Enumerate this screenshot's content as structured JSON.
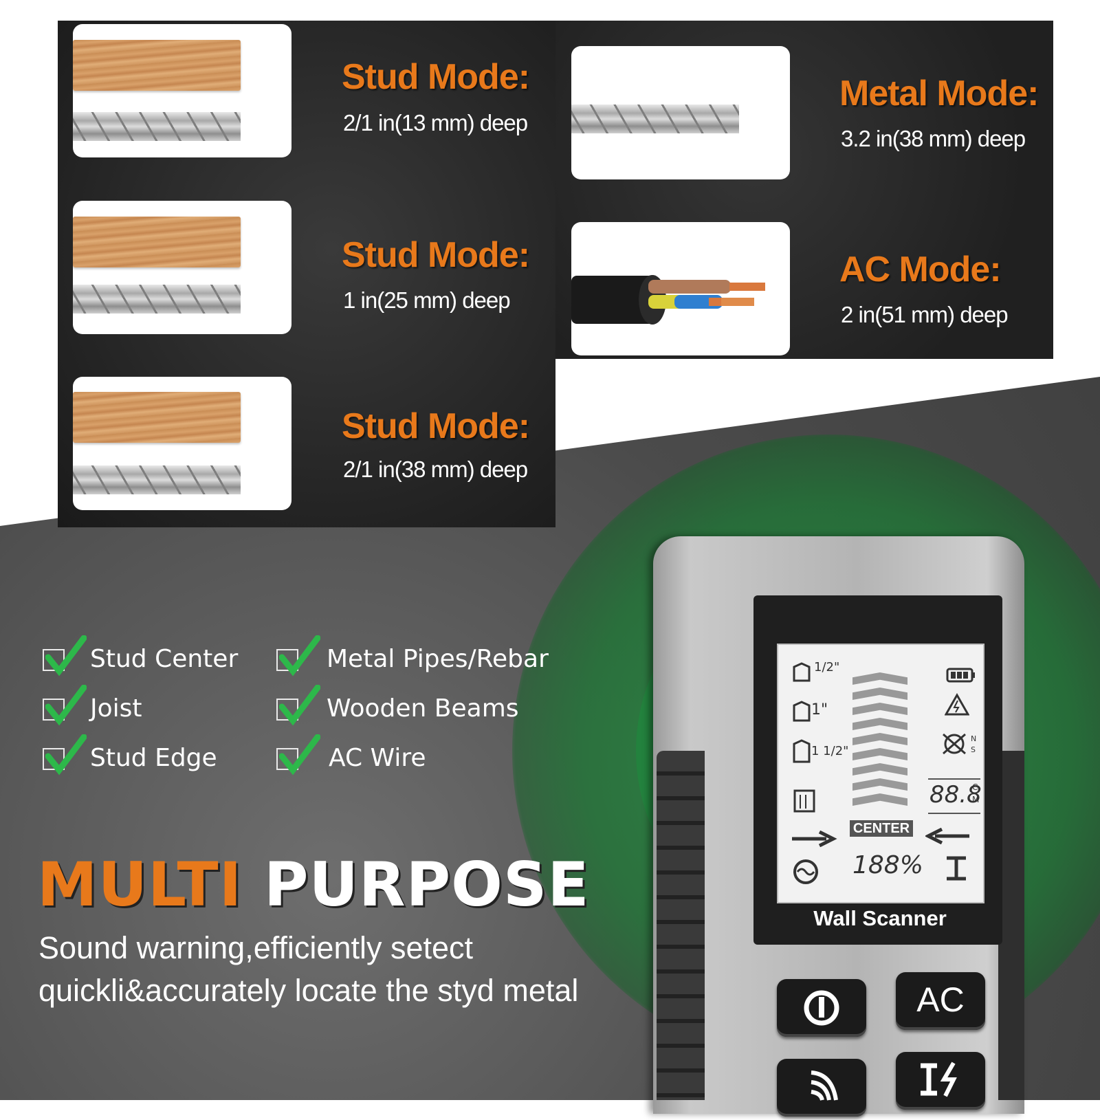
{
  "modes": [
    {
      "title": "Stud Mode:",
      "depth": "2/1 in(13 mm) deep"
    },
    {
      "title": "Stud Mode:",
      "depth": "1 in(25 mm) deep"
    },
    {
      "title": "Stud Mode:",
      "depth": "2/1 in(38 mm) deep"
    },
    {
      "title": "Metal Mode:",
      "depth": "3.2 in(38 mm) deep"
    },
    {
      "title": "AC Mode:",
      "depth": "2 in(51 mm) deep"
    }
  ],
  "features": {
    "left": [
      "Stud Center",
      "Joist",
      "Stud Edge"
    ],
    "right": [
      "Metal Pipes/Rebar",
      "Wooden Beams",
      "AC Wire"
    ]
  },
  "headline": {
    "part1": "MULTI",
    "part2": "PURPOSE"
  },
  "description": {
    "line1": "Sound warning,efficiently setect",
    "line2": "quickli&accurately locate the styd metal"
  },
  "device": {
    "label": "Wall Scanner",
    "lcd": {
      "center_text": "CENTER",
      "percent": "188%",
      "depth_readout": "88.8",
      "depth_unit_top": "C",
      "depth_unit_bottom": "M",
      "depth_half": "1/2\"",
      "depth_one": "1\"",
      "depth_oneandhalf": "1 1/2\""
    },
    "buttons": {
      "ac": "AC"
    }
  },
  "colors": {
    "accent_orange": "#e8791b",
    "check_green": "#2db84a",
    "glow_green": "#1e8c3c"
  },
  "icons": [
    "wood-plank-icon",
    "rebar-icon",
    "cable-icon",
    "checkbox-icon",
    "power-icon",
    "battery-icon",
    "warning-icon",
    "magnet-icon",
    "ac-wave-icon",
    "ibeam-icon"
  ]
}
